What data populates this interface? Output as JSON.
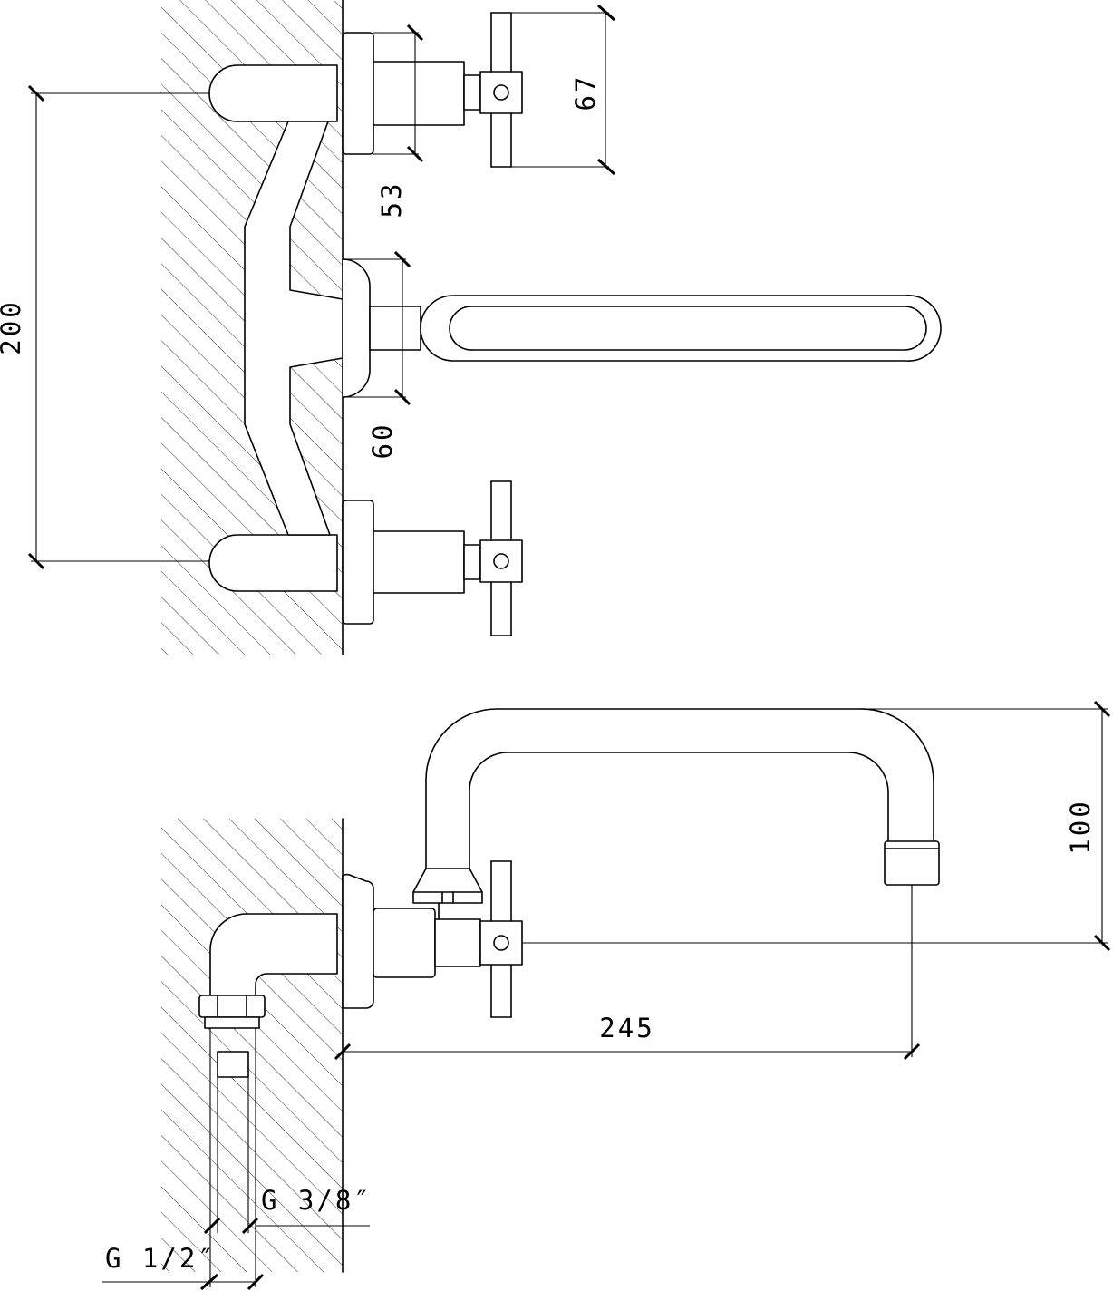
{
  "dimensions": {
    "top_view": {
      "handle_height": "67",
      "flange_depth": "53",
      "center_distance": "200",
      "spout_flange": "60"
    },
    "side_view": {
      "spout_height": "100",
      "spout_reach": "245"
    },
    "connections": {
      "large_thread": "G 1/2″",
      "small_thread": "G 3/8″"
    }
  }
}
